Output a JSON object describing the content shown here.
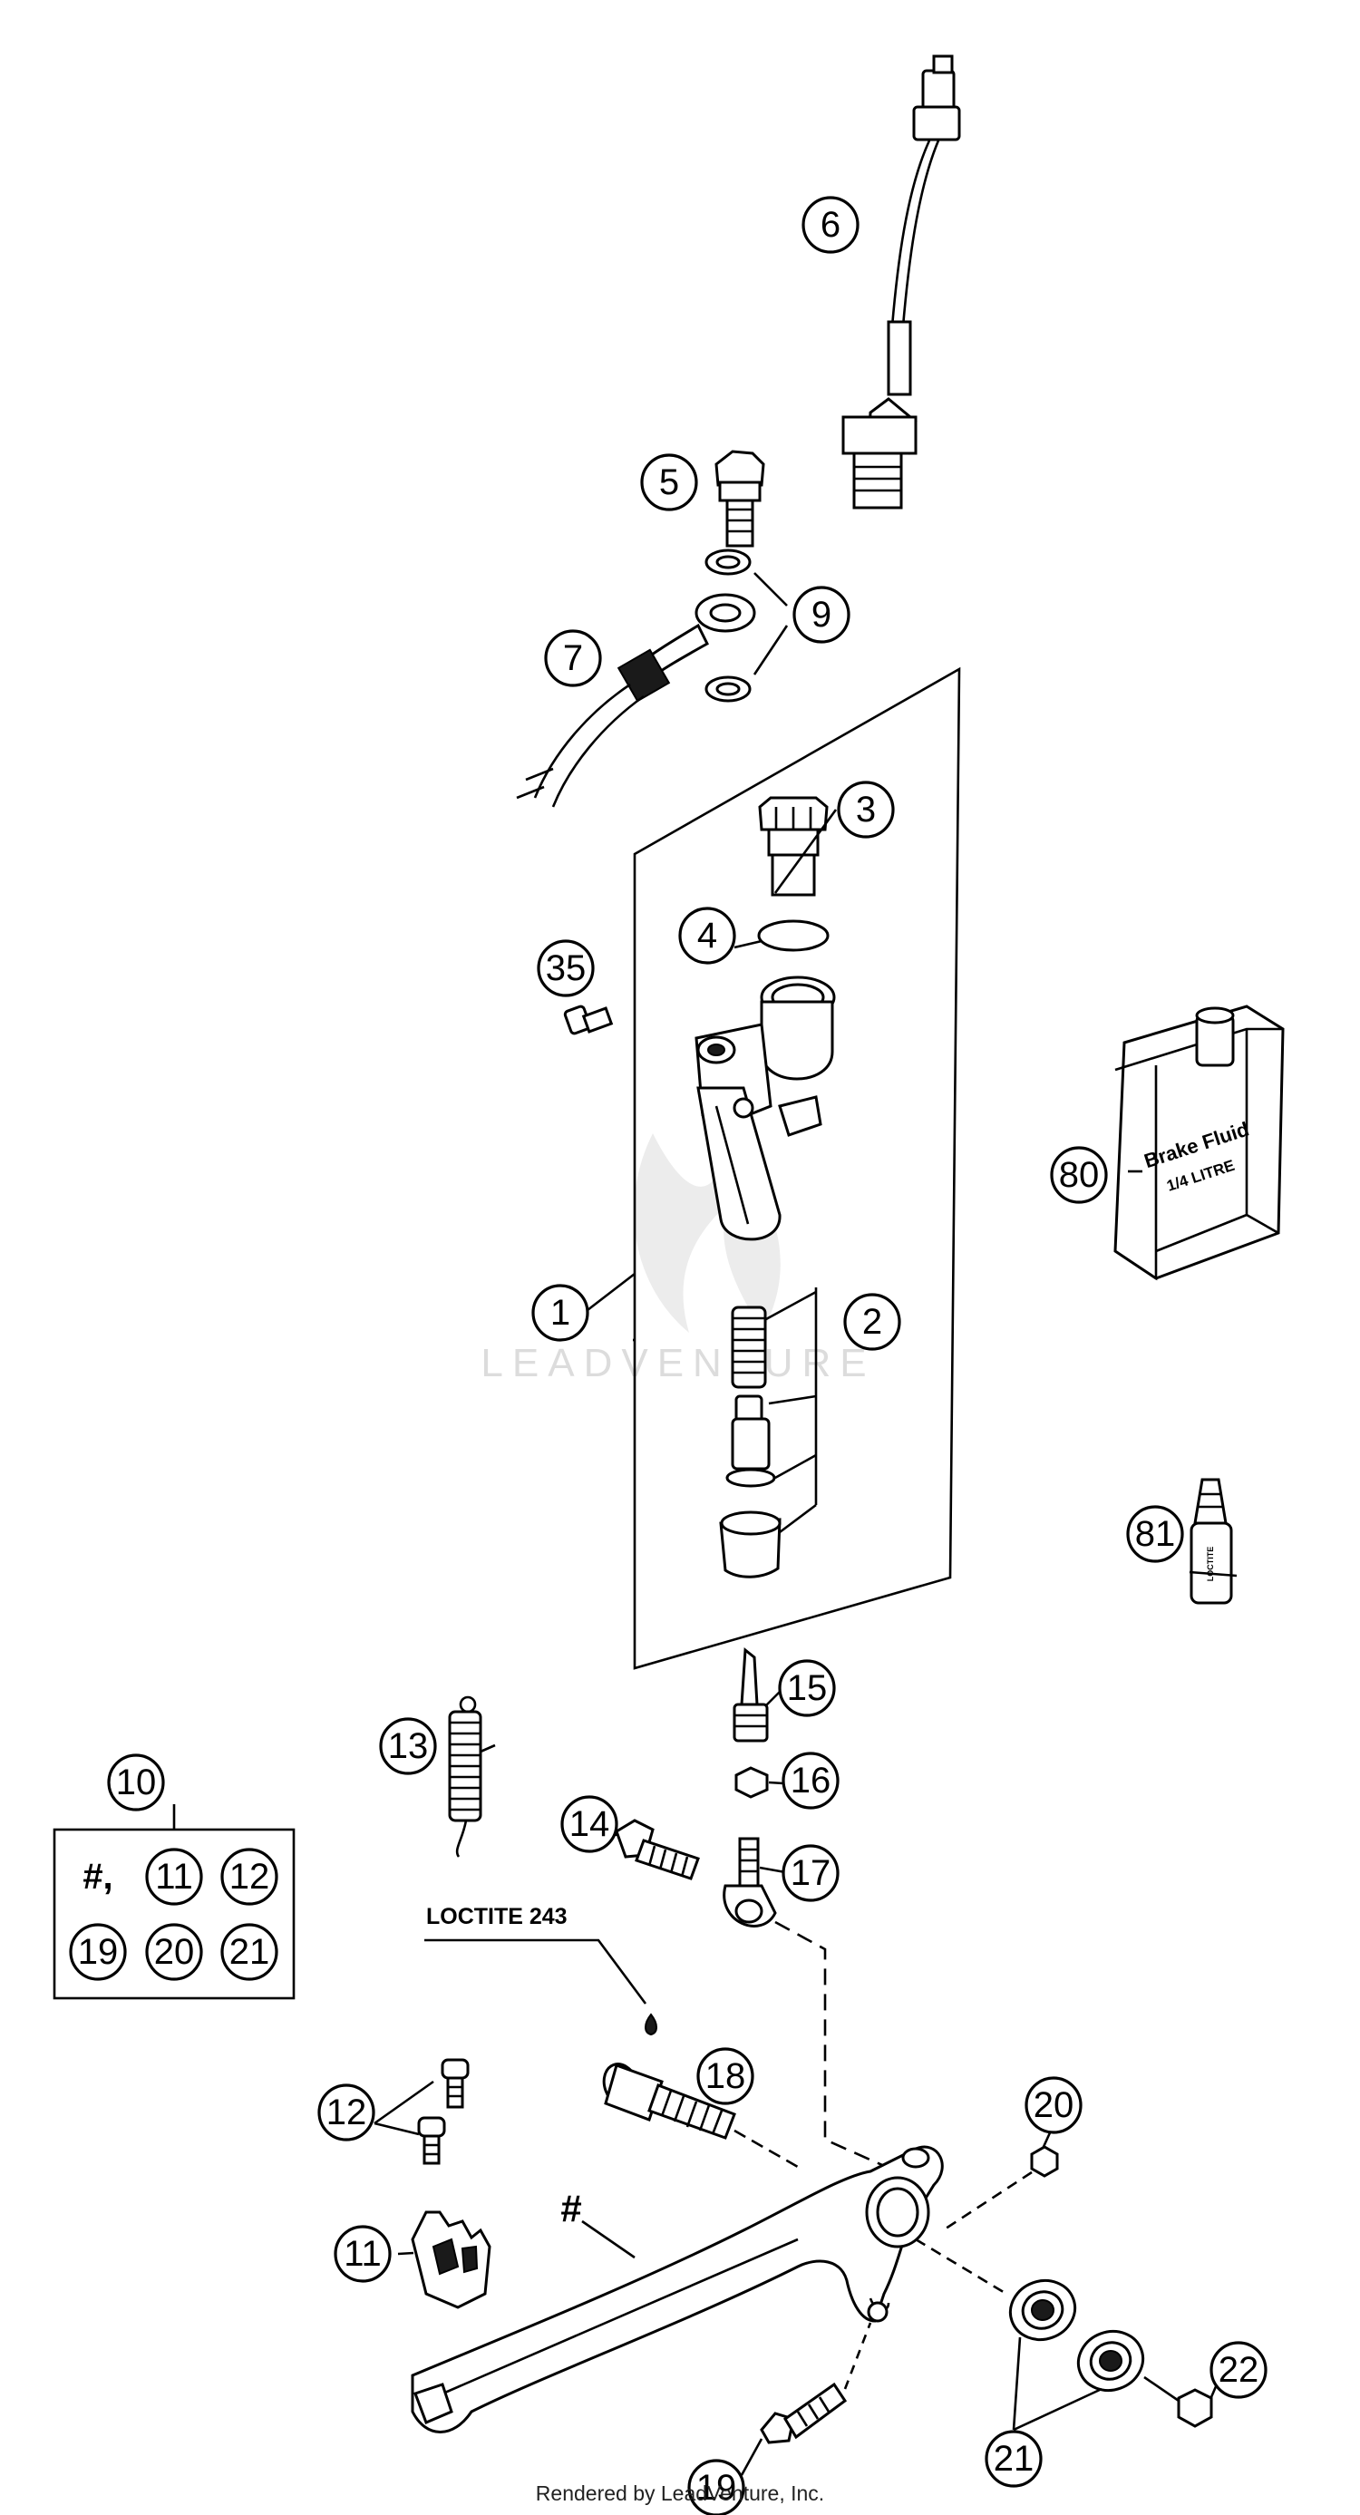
{
  "callouts": [
    {
      "id": "c6",
      "label": "6"
    },
    {
      "id": "c5",
      "label": "5"
    },
    {
      "id": "c9",
      "label": "9"
    },
    {
      "id": "c7",
      "label": "7"
    },
    {
      "id": "c3",
      "label": "3"
    },
    {
      "id": "c4",
      "label": "4"
    },
    {
      "id": "c35",
      "label": "35"
    },
    {
      "id": "c80",
      "label": "80"
    },
    {
      "id": "c1",
      "label": "1"
    },
    {
      "id": "c2",
      "label": "2"
    },
    {
      "id": "c81",
      "label": "81"
    },
    {
      "id": "c15",
      "label": "15"
    },
    {
      "id": "c13",
      "label": "13"
    },
    {
      "id": "c16",
      "label": "16"
    },
    {
      "id": "c14",
      "label": "14"
    },
    {
      "id": "c17",
      "label": "17"
    },
    {
      "id": "c10",
      "label": "10"
    },
    {
      "id": "c18",
      "label": "18"
    },
    {
      "id": "c12",
      "label": "12"
    },
    {
      "id": "c20",
      "label": "20"
    },
    {
      "id": "c11",
      "label": "11"
    },
    {
      "id": "c22",
      "label": "22"
    },
    {
      "id": "c21",
      "label": "21"
    },
    {
      "id": "c19",
      "label": "19"
    }
  ],
  "kit_box": {
    "hash_label": "#,",
    "items": [
      "11",
      "12",
      "19",
      "20",
      "21"
    ]
  },
  "loctite_label": "LOCTITE 243",
  "pedal_hash": "#",
  "bottle": {
    "line1": "Brake Fluid",
    "line2": "1/4 LITRE"
  },
  "tube_label": "LOCTITE",
  "watermark": "LEADVENTURE",
  "footer": "Rendered by LeadVenture, Inc."
}
